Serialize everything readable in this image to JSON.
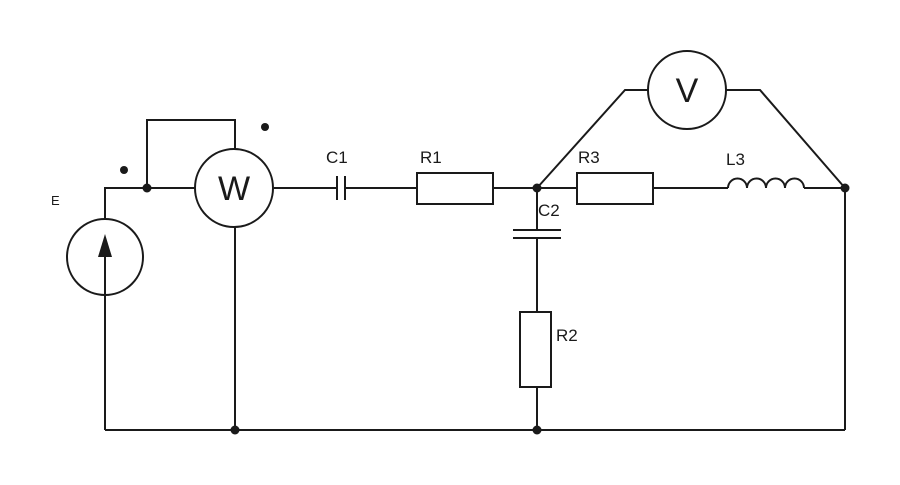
{
  "components": {
    "source": {
      "label": "E"
    },
    "wattmeter": {
      "symbol": "W"
    },
    "voltmeter": {
      "symbol": "V"
    },
    "c1": {
      "label": "C1"
    },
    "r1": {
      "label": "R1"
    },
    "c2": {
      "label": "C2"
    },
    "r2": {
      "label": "R2"
    },
    "r3": {
      "label": "R3"
    },
    "l3": {
      "label": "L3"
    }
  },
  "colors": {
    "ink": "#1a1a1a",
    "background": "#ffffff"
  }
}
